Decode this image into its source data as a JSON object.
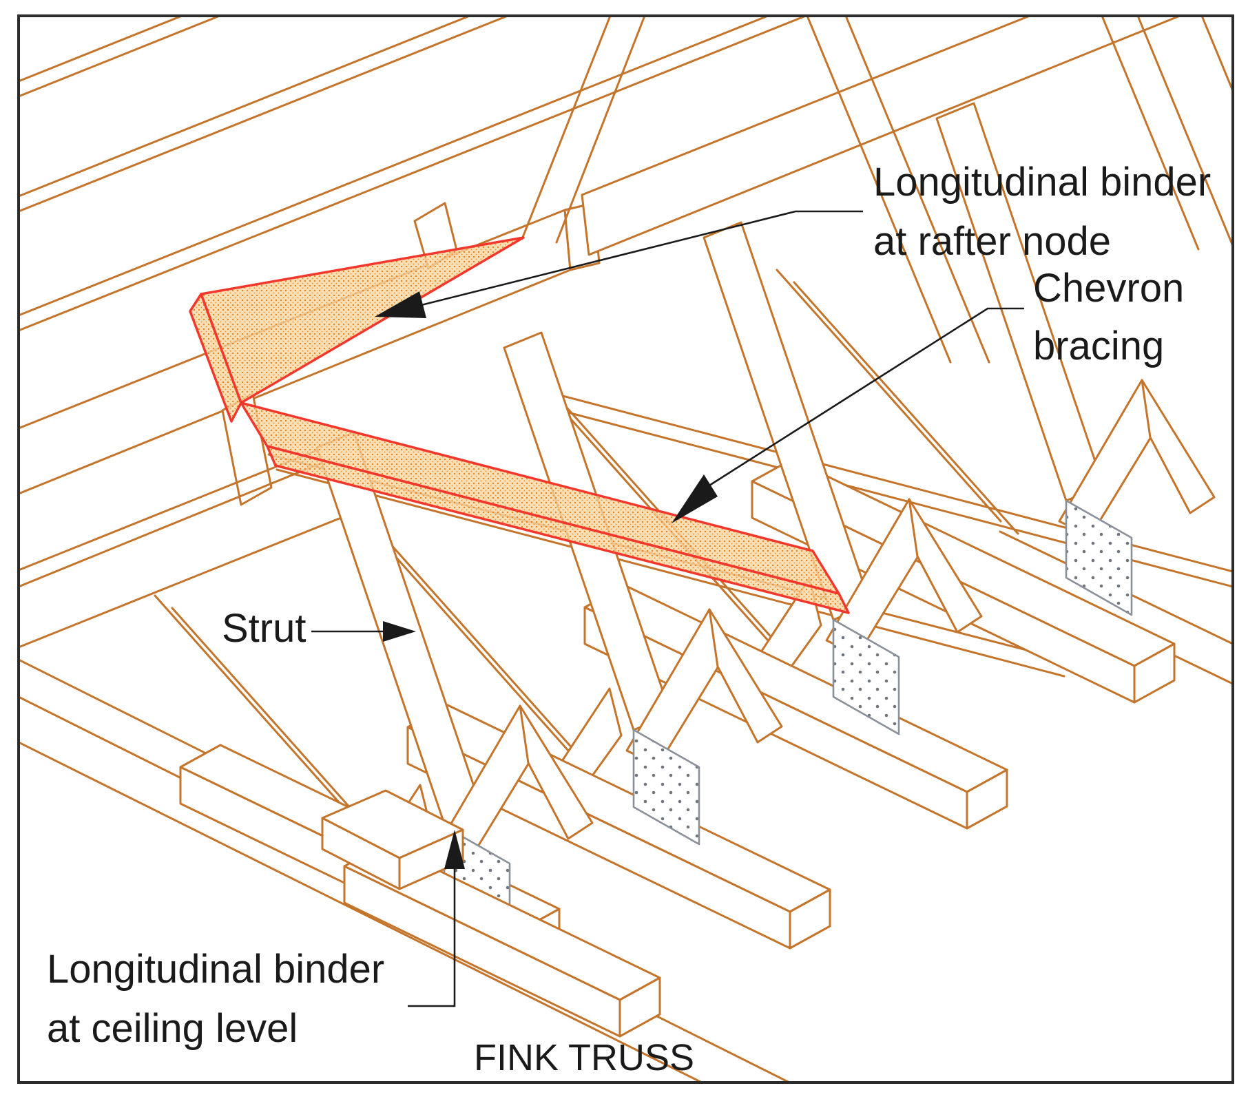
{
  "figure": {
    "caption": "FINK TRUSS",
    "labels": {
      "binder_rafter": {
        "line1": "Longitudinal binder",
        "line2": "at rafter node"
      },
      "chevron": {
        "line1": "Chevron",
        "line2": "bracing"
      },
      "strut": {
        "text": "Strut"
      },
      "binder_ceiling": {
        "line1": "Longitudinal binder",
        "line2": "at ceiling level"
      }
    },
    "colors": {
      "timber_line": "#c4752b",
      "highlight_outline": "#f2382c",
      "highlight_fill": "#fad8a4",
      "highlight_dot": "#e2801f",
      "plate_outline": "#8a9099",
      "plate_dot": "#70767e",
      "ink": "#1a1a1a",
      "background": "#ffffff"
    }
  }
}
